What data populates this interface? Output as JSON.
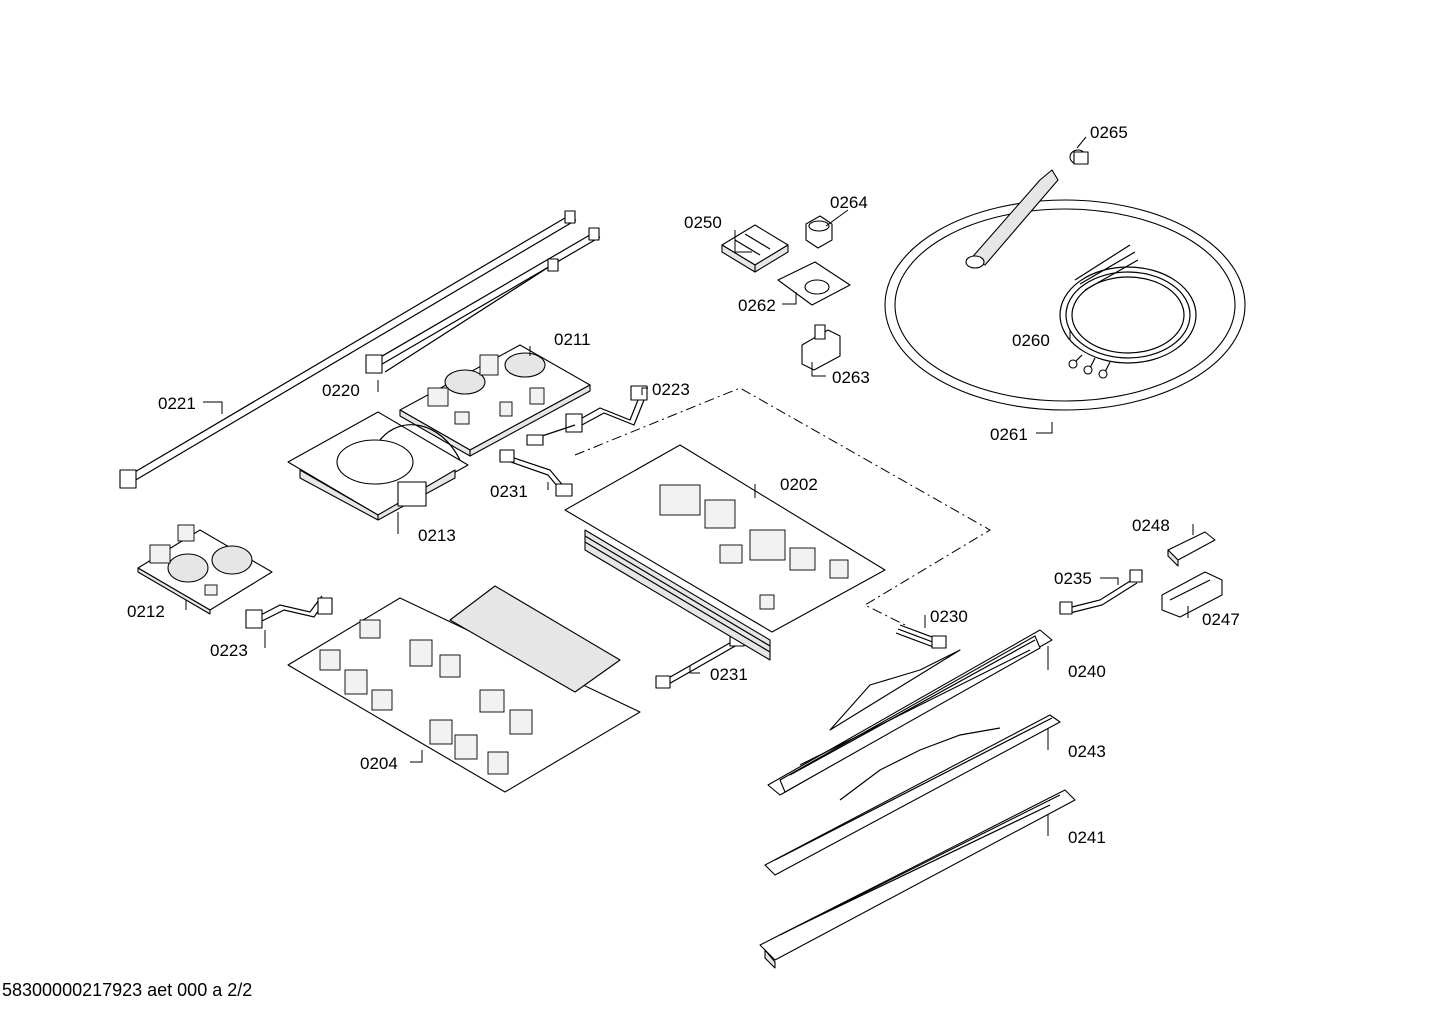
{
  "diagram": {
    "labels": {
      "p0202": "0202",
      "p0204": "0204",
      "p0211": "0211",
      "p0212": "0212",
      "p0213": "0213",
      "p0220": "0220",
      "p0221": "0221",
      "p0223a": "0223",
      "p0223b": "0223",
      "p0230": "0230",
      "p0231a": "0231",
      "p0231b": "0231",
      "p0235": "0235",
      "p0240": "0240",
      "p0241": "0241",
      "p0243": "0243",
      "p0247": "0247",
      "p0248": "0248",
      "p0250": "0250",
      "p0260": "0260",
      "p0261": "0261",
      "p0262": "0262",
      "p0263": "0263",
      "p0264": "0264",
      "p0265": "0265"
    }
  },
  "footer": {
    "document_id": "58300000217923 aet 000 a 2/2"
  }
}
